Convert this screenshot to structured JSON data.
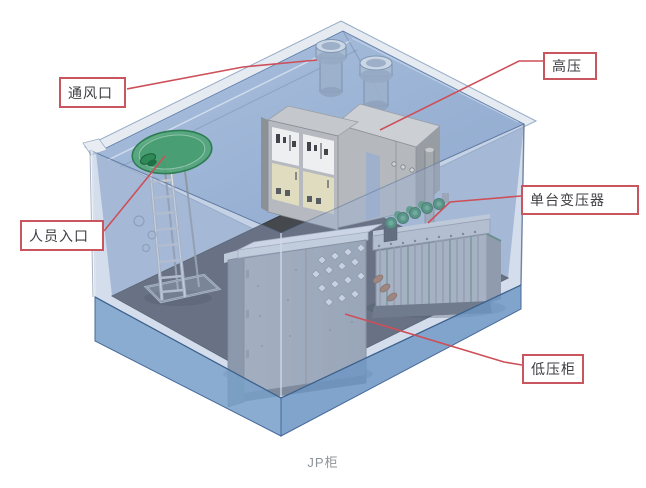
{
  "caption": "JP柜",
  "labels": {
    "ventilation": "通风口",
    "high_voltage": "高压",
    "single_transformer": "单台变压器",
    "personnel_entrance": "人员入口",
    "low_voltage_cabinet": "低压柜"
  },
  "colors": {
    "label_border": "#c9555f",
    "label_text": "#3e3e42",
    "leader_line": "#cd4f59",
    "caption_text": "#8e949b",
    "roof_blue": "#9fb7d8",
    "wall_blue": "#a9bdd8",
    "rim_blue": "#7299c7",
    "floor_gray": "#45484d",
    "hatch_green": "#46a36c",
    "cabinet_gray": "#b5b9be",
    "panel_yellow": "#e0dcbf"
  }
}
